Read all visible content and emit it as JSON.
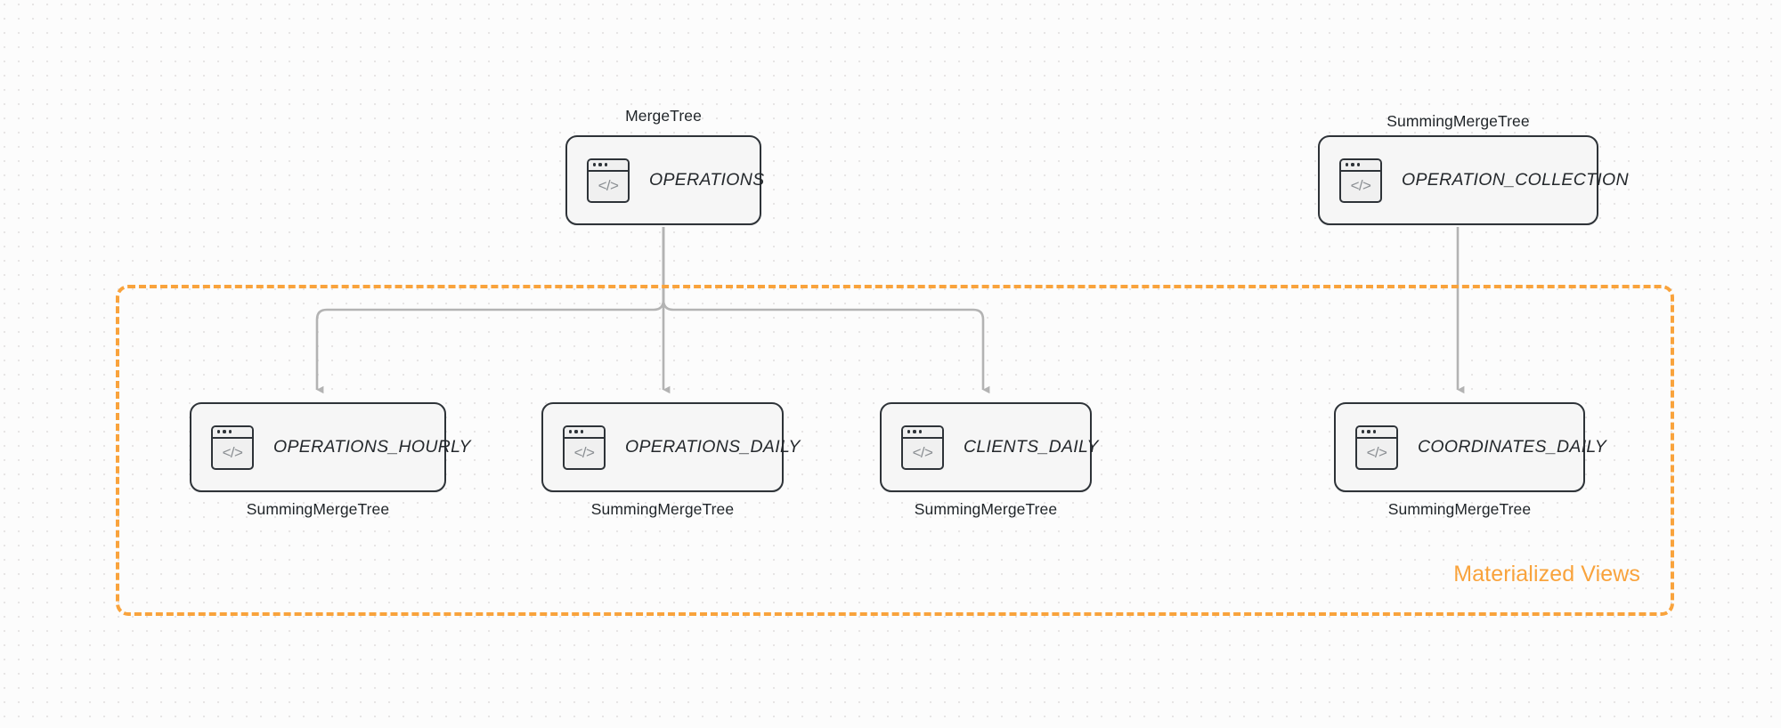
{
  "diagram": {
    "title": "ClickHouse table and materialized view topology",
    "background_color": "#fcfcfc",
    "accent_color": "#f9a33c",
    "edge_color": "#b3b3b3",
    "node_border_color": "#2e3338",
    "node_fill_color": "#f6f6f6"
  },
  "group": {
    "caption": "Materialized Views",
    "style": "dashed",
    "color": "#f9a33c"
  },
  "icon": {
    "name": "code-window-icon",
    "glyph": "</>"
  },
  "nodes": [
    {
      "id": "operations",
      "label": "OPERATIONS",
      "engine": "MergeTree",
      "engine_position": "above",
      "row": "top",
      "in_group": false
    },
    {
      "id": "operation_collection",
      "label": "OPERATION_COLLECTION",
      "engine": "SummingMergeTree",
      "engine_position": "above",
      "row": "top",
      "in_group": false
    },
    {
      "id": "operations_hourly",
      "label": "OPERATIONS_HOURLY",
      "engine": "SummingMergeTree",
      "engine_position": "below",
      "row": "bottom",
      "in_group": true
    },
    {
      "id": "operations_daily",
      "label": "OPERATIONS_DAILY",
      "engine": "SummingMergeTree",
      "engine_position": "below",
      "row": "bottom",
      "in_group": true
    },
    {
      "id": "clients_daily",
      "label": "CLIENTS_DAILY",
      "engine": "SummingMergeTree",
      "engine_position": "below",
      "row": "bottom",
      "in_group": true
    },
    {
      "id": "coordinates_daily",
      "label": "COORDINATES_DAILY",
      "engine": "SummingMergeTree",
      "engine_position": "below",
      "row": "bottom",
      "in_group": true
    }
  ],
  "edges": [
    {
      "from": "operations",
      "to": "operations_hourly",
      "arrow": "triangle"
    },
    {
      "from": "operations",
      "to": "operations_daily",
      "arrow": "triangle"
    },
    {
      "from": "operations",
      "to": "clients_daily",
      "arrow": "triangle"
    },
    {
      "from": "operation_collection",
      "to": "coordinates_daily",
      "arrow": "triangle"
    }
  ]
}
